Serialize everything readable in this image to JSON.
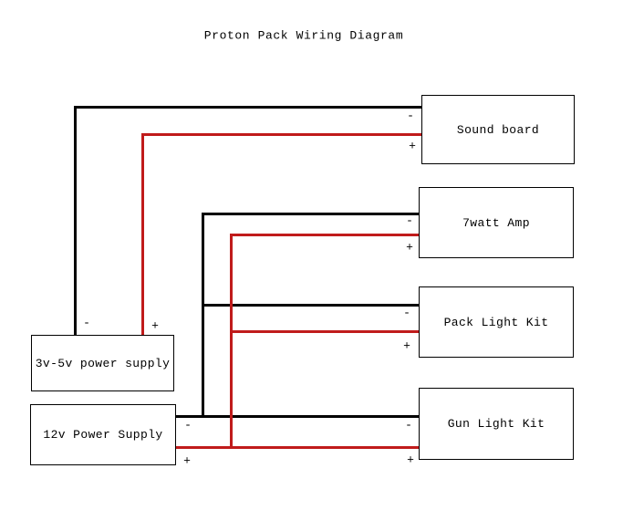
{
  "title": "Proton Pack Wiring Diagram",
  "terminals": {
    "negative": "-",
    "positive": "+"
  },
  "colors": {
    "negative_wire": "#000000",
    "positive_wire": "#c01b1b",
    "box_border": "#000000",
    "background": "#ffffff",
    "text": "#000000"
  },
  "components": {
    "sound_board": {
      "label": "Sound board"
    },
    "amp": {
      "label": "7watt Amp"
    },
    "pack_light": {
      "label": "Pack Light Kit"
    },
    "gun_light": {
      "label": "Gun Light Kit"
    },
    "supply_3v5v": {
      "label": "3v-5v power supply"
    },
    "supply_12v": {
      "label": "12v Power Supply"
    }
  },
  "connections": [
    {
      "from": "3v-5v power supply",
      "to": "Sound board",
      "polarity": "negative",
      "wire_color": "black"
    },
    {
      "from": "3v-5v power supply",
      "to": "Sound board",
      "polarity": "positive",
      "wire_color": "red"
    },
    {
      "from": "12v Power Supply",
      "to": "7watt Amp",
      "polarity": "negative",
      "wire_color": "black"
    },
    {
      "from": "12v Power Supply",
      "to": "7watt Amp",
      "polarity": "positive",
      "wire_color": "red"
    },
    {
      "from": "12v Power Supply",
      "to": "Pack Light Kit",
      "polarity": "negative",
      "wire_color": "black"
    },
    {
      "from": "12v Power Supply",
      "to": "Pack Light Kit",
      "polarity": "positive",
      "wire_color": "red"
    },
    {
      "from": "12v Power Supply",
      "to": "Gun Light Kit",
      "polarity": "negative",
      "wire_color": "black"
    },
    {
      "from": "12v Power Supply",
      "to": "Gun Light Kit",
      "polarity": "positive",
      "wire_color": "red"
    }
  ]
}
